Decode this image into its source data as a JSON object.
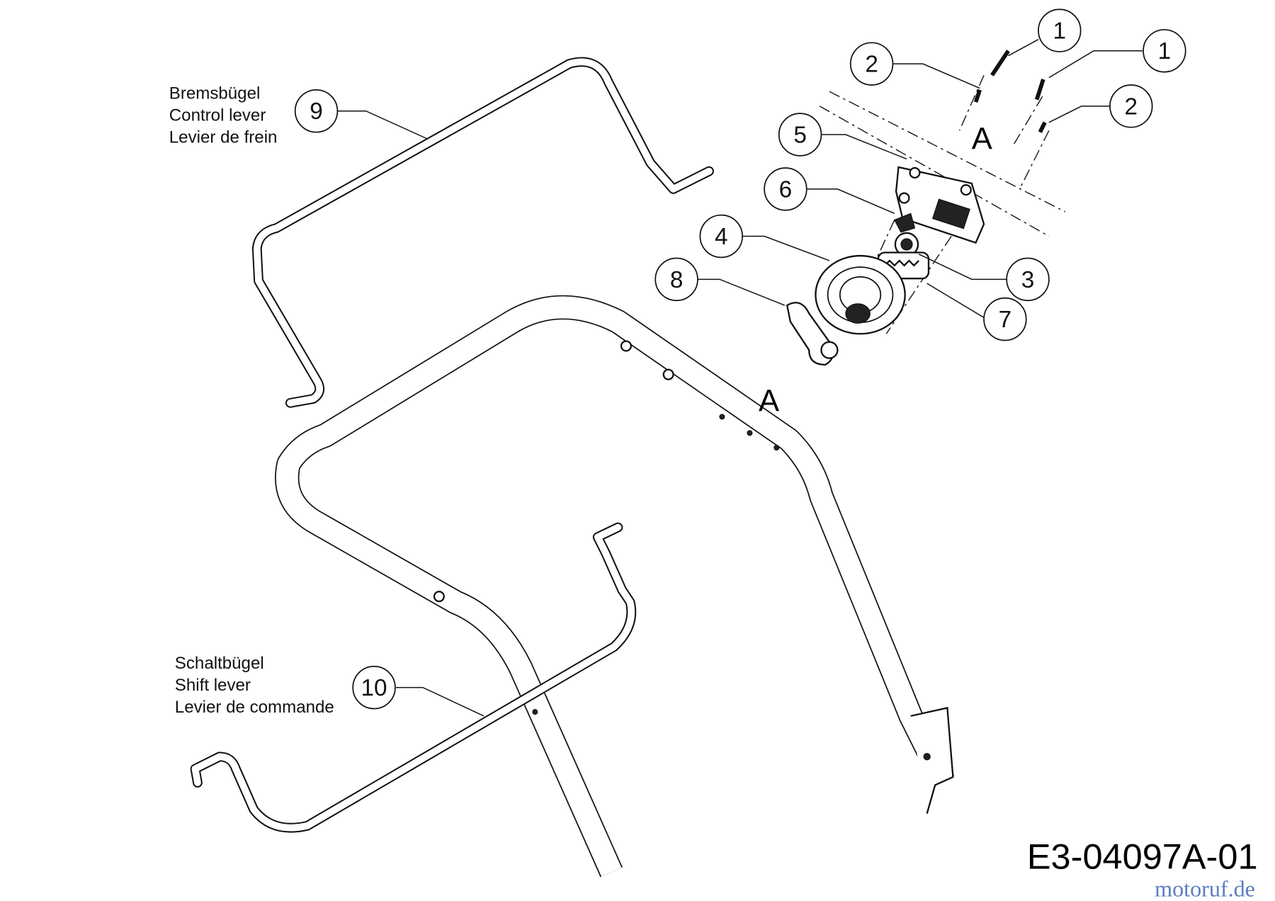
{
  "diagram": {
    "drawing_code": "E3-04097A-01",
    "watermark": "motoruf.de",
    "view_marker": "A",
    "labels": {
      "control_lever": [
        "Bremsbügel",
        "Control lever",
        "Levier de frein"
      ],
      "shift_lever": [
        "Schaltbügel",
        "Shift lever",
        "Levier de commande"
      ]
    },
    "callouts": [
      "1",
      "1",
      "2",
      "2",
      "3",
      "4",
      "5",
      "6",
      "7",
      "8",
      "9",
      "10"
    ]
  }
}
